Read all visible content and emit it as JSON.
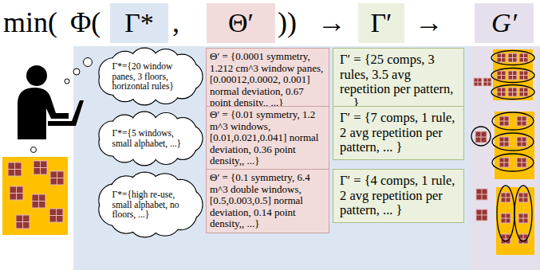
{
  "diagram": {
    "nodes": [
      {
        "text": [
          "Γ*"
        ]
      },
      {
        "text": [
          "Θ′"
        ]
      },
      {
        "text": [
          "Γ′"
        ]
      },
      {
        "text": [
          "G′"
        ]
      },
      {
        "text": [
          "Γ*={20 window panes, 3 floors, horizontal rules}"
        ]
      },
      {
        "text": [
          "Θ′ = {0.0001 symmetry, 1.212 cm^3 window panes,[0.00012,0.0002, 0.001] normal deviation, 0.67 point density,, ...}"
        ]
      },
      {
        "text": [
          "Γ′ = {25 comps, 3 rules, 3.5 avg repetition per pattern, ... }"
        ]
      },
      {
        "text": [
          "Γ*={5 windows, small alphabet, ...}"
        ]
      },
      {
        "text": [
          "Θ′ = {0.01 symmetry, 1.2 m^3 windows, [0.01,0.021,0.041] normal deviation, 0.36 point density,, ...}"
        ]
      },
      {
        "text": [
          "Γ′ = {7 comps, 1 rule, 2 avg repetition per pattern, ... }"
        ]
      },
      {
        "text": [
          "Γ*={high re-use, small alphabet, no floors, ...}"
        ]
      },
      {
        "text": [
          "Θ′ = {0.1 symmetry, 6.4 m^3 double windows,[0.5,0.003,0.5] normal deviation, 0.14 point density,, ...}"
        ]
      },
      {
        "text": [
          "Γ′ = {4 comps, 1 rule, 2 avg repetition per pattern, ... }"
        ]
      }
    ],
    "labels": [
      "min(",
      "Φ(",
      ",",
      "))",
      "→",
      "→"
    ]
  }
}
